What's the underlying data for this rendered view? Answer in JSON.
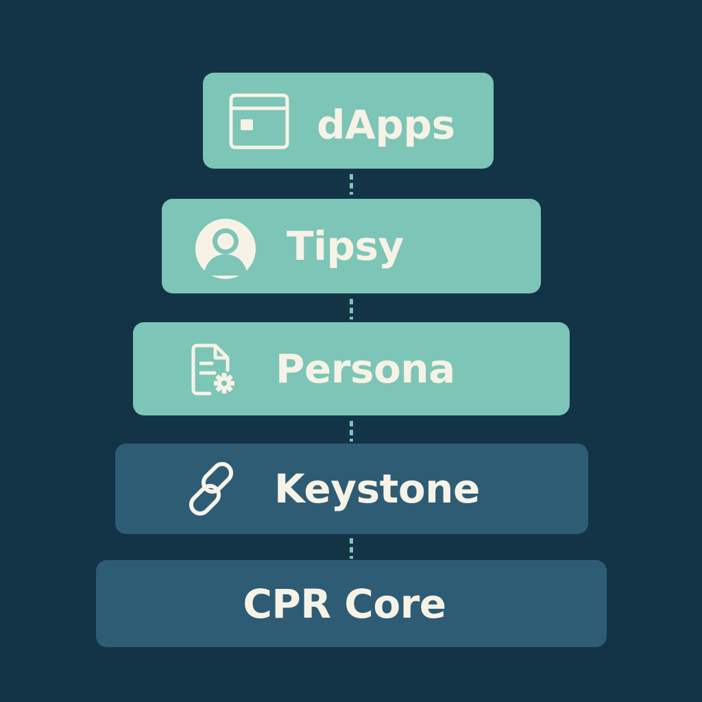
{
  "diagram": {
    "layers": [
      {
        "label": "dApps",
        "icon": "app-window-icon",
        "fill": "#7dc5b6"
      },
      {
        "label": "Tipsy",
        "icon": "user-avatar-icon",
        "fill": "#7dc5b6"
      },
      {
        "label": "Persona",
        "icon": "document-settings-icon",
        "fill": "#7dc5b6"
      },
      {
        "label": "Keystone",
        "icon": "chain-link-icon",
        "fill": "#2e5c75"
      },
      {
        "label": "CPR Core",
        "icon": "",
        "fill": "#2e5c75"
      }
    ],
    "colors": {
      "background": "#133447",
      "text": "#f6f3e6",
      "connector": "#7dc5b6"
    }
  }
}
